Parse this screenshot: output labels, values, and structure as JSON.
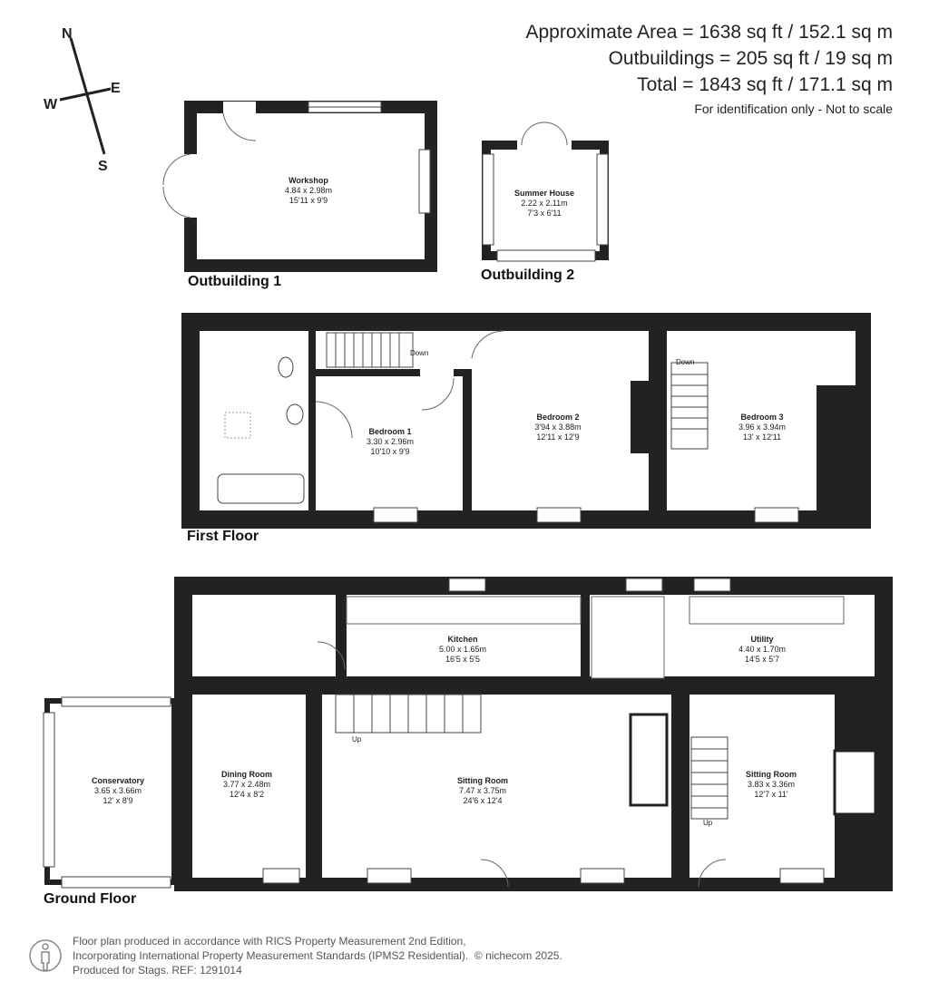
{
  "compass": {
    "n": "N",
    "e": "E",
    "s": "S",
    "w": "W"
  },
  "areas": {
    "approximate": "Approximate Area = 1638 sq ft / 152.1 sq m",
    "outbuildings": "Outbuildings = 205 sq ft / 19 sq m",
    "total": "Total = 1843 sq ft / 171.1 sq m",
    "note": "For identification only - Not to scale"
  },
  "outbuilding1": {
    "label": "Outbuilding 1",
    "room": {
      "name": "Workshop",
      "metric": "4.84 x 2.98m",
      "imperial": "15'11 x 9'9"
    }
  },
  "outbuilding2": {
    "label": "Outbuilding 2",
    "room": {
      "name": "Summer House",
      "metric": "2.22 x 2.11m",
      "imperial": "7'3 x 6'11"
    }
  },
  "first_floor": {
    "label": "First Floor",
    "stairs_down_1": "Down",
    "stairs_down_2": "Down",
    "bedroom1": {
      "name": "Bedroom 1",
      "metric": "3.30 x 2.96m",
      "imperial": "10'10 x 9'9"
    },
    "bedroom2": {
      "name": "Bedroom 2",
      "metric": "3'94 x 3.88m",
      "imperial": "12'11 x 12'9"
    },
    "bedroom3": {
      "name": "Bedroom 3",
      "metric": "3.96 x 3.94m",
      "imperial": "13' x 12'11"
    }
  },
  "ground_floor": {
    "label": "Ground Floor",
    "stairs_up_1": "Up",
    "stairs_up_2": "Up",
    "kitchen": {
      "name": "Kitchen",
      "metric": "5.00 x 1.65m",
      "imperial": "16'5 x 5'5"
    },
    "utility": {
      "name": "Utility",
      "metric": "4.40 x 1.70m",
      "imperial": "14'5 x 5'7"
    },
    "conservatory": {
      "name": "Conservatory",
      "metric": "3.65 x 3.66m",
      "imperial": "12' x 8'9"
    },
    "dining": {
      "name": "Dining Room",
      "metric": "3.77 x 2.48m",
      "imperial": "12'4 x 8'2"
    },
    "sitting1": {
      "name": "Sitting Room",
      "metric": "7.47 x 3.75m",
      "imperial": "24'6 x 12'4"
    },
    "sitting2": {
      "name": "Sitting Room",
      "metric": "3.83 x 3.36m",
      "imperial": "12'7 x 11'"
    }
  },
  "footer": {
    "line1": "Floor plan produced in accordance with RICS Property Measurement 2nd Edition,",
    "line2": "Incorporating International Property Measurement Standards (IPMS2 Residential).",
    "copyright": "© nichecom 2025.",
    "line3": "Produced for Stags.   REF: 1291014"
  }
}
